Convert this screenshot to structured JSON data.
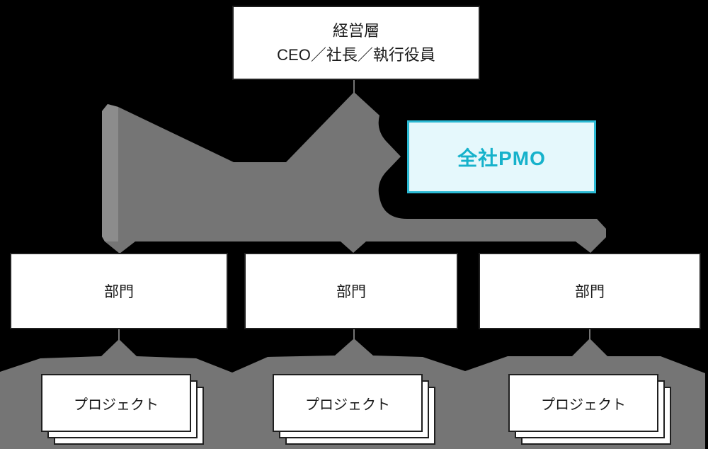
{
  "diagram": {
    "title_hint": "enterprise-pmo-org-structure",
    "executive": {
      "line1": "経営層",
      "line2": "CEO／社長／執行役員"
    },
    "pmo": {
      "label": "全社PMO"
    },
    "departments": [
      {
        "label": "部門"
      },
      {
        "label": "部門"
      },
      {
        "label": "部門"
      }
    ],
    "projects": [
      {
        "label": "プロジェクト"
      },
      {
        "label": "プロジェクト"
      },
      {
        "label": "プロジェクト"
      }
    ],
    "colors": {
      "background": "#000000",
      "flow_gray": "#757575",
      "flow_gray_light": "#8c8c8c",
      "box_bg": "#ffffff",
      "box_border": "#1f1f1f",
      "text": "#1a1a1a",
      "pmo_bg": "#e5f8fc",
      "pmo_border": "#2ab9d3",
      "pmo_text": "#16b2cb"
    }
  }
}
